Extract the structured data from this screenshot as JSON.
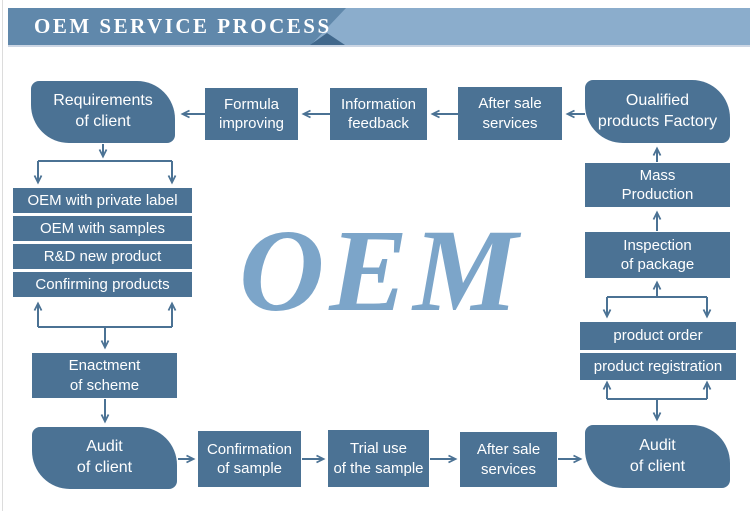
{
  "header": {
    "title": "OEM SERVICE PROCESS"
  },
  "watermark": {
    "text": "OEM"
  },
  "colors": {
    "box_fill": "#4b7294",
    "arrow": "#4b7294",
    "watermark": "#7ca5c9",
    "header_left": "#6088ab",
    "header_right": "#8badcc",
    "header_fold": "#41688c",
    "text": "#ffffff"
  },
  "nodes": {
    "requirements": "Requirements\nof client",
    "formula": "Formula\nimproving",
    "feedback": "Information\nfeedback",
    "aftersale_top": "After sale\nservices",
    "factory": "Oualified\nproducts Factory",
    "mass": "Mass\nProduction",
    "inspection": "Inspection\nof package",
    "order": "product order",
    "registration": "product registration",
    "audit_right": "Audit\nof client",
    "oem_list": [
      "OEM with private label",
      "OEM with samples",
      "R&D new product",
      "Confirming products"
    ],
    "enactment": "Enactment\nof scheme",
    "audit_left": "Audit\nof client",
    "confirmation": "Confirmation\nof sample",
    "trial": "Trial use\nof the sample",
    "aftersale_bottom": "After sale\nservices"
  }
}
